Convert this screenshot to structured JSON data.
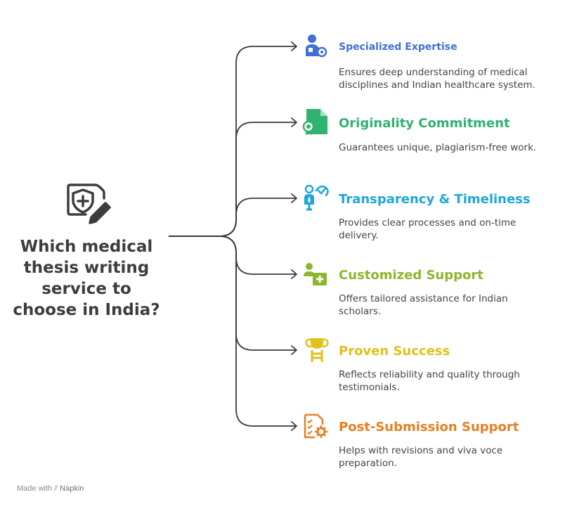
{
  "question": "Which medical thesis writing service to choose in India?",
  "branches": [
    {
      "title": "Specialized Expertise",
      "description": "Ensures deep understanding of medical disciplines and Indian healthcare system.",
      "color": "#3f70d6",
      "icon": "doctor-icon"
    },
    {
      "title": "Originality Commitment",
      "description": "Guarantees unique, plagiarism-free work.",
      "color": "#2fb36f",
      "icon": "certificate-document-icon"
    },
    {
      "title": "Transparency & Timeliness",
      "description": "Provides clear processes and on-time delivery.",
      "color": "#1ea7d8",
      "icon": "person-checkmark-icon"
    },
    {
      "title": "Customized Support",
      "description": "Offers tailored assistance for Indian scholars.",
      "color": "#8bb72a",
      "icon": "person-medical-plus-icon"
    },
    {
      "title": "Proven Success",
      "description": "Reflects reliability and quality through testimonials.",
      "color": "#e0c11c",
      "icon": "trophy-ladder-icon"
    },
    {
      "title": "Post-Submission Support",
      "description": "Helps with revisions and viva voce preparation.",
      "color": "#e68023",
      "icon": "checklist-gear-icon"
    }
  ],
  "watermark": {
    "prefix": "Made with",
    "brand": "Napkin"
  },
  "colors": {
    "connector": "#3a3a3a",
    "question_text": "#3d3d3d",
    "description_text": "#444444"
  }
}
